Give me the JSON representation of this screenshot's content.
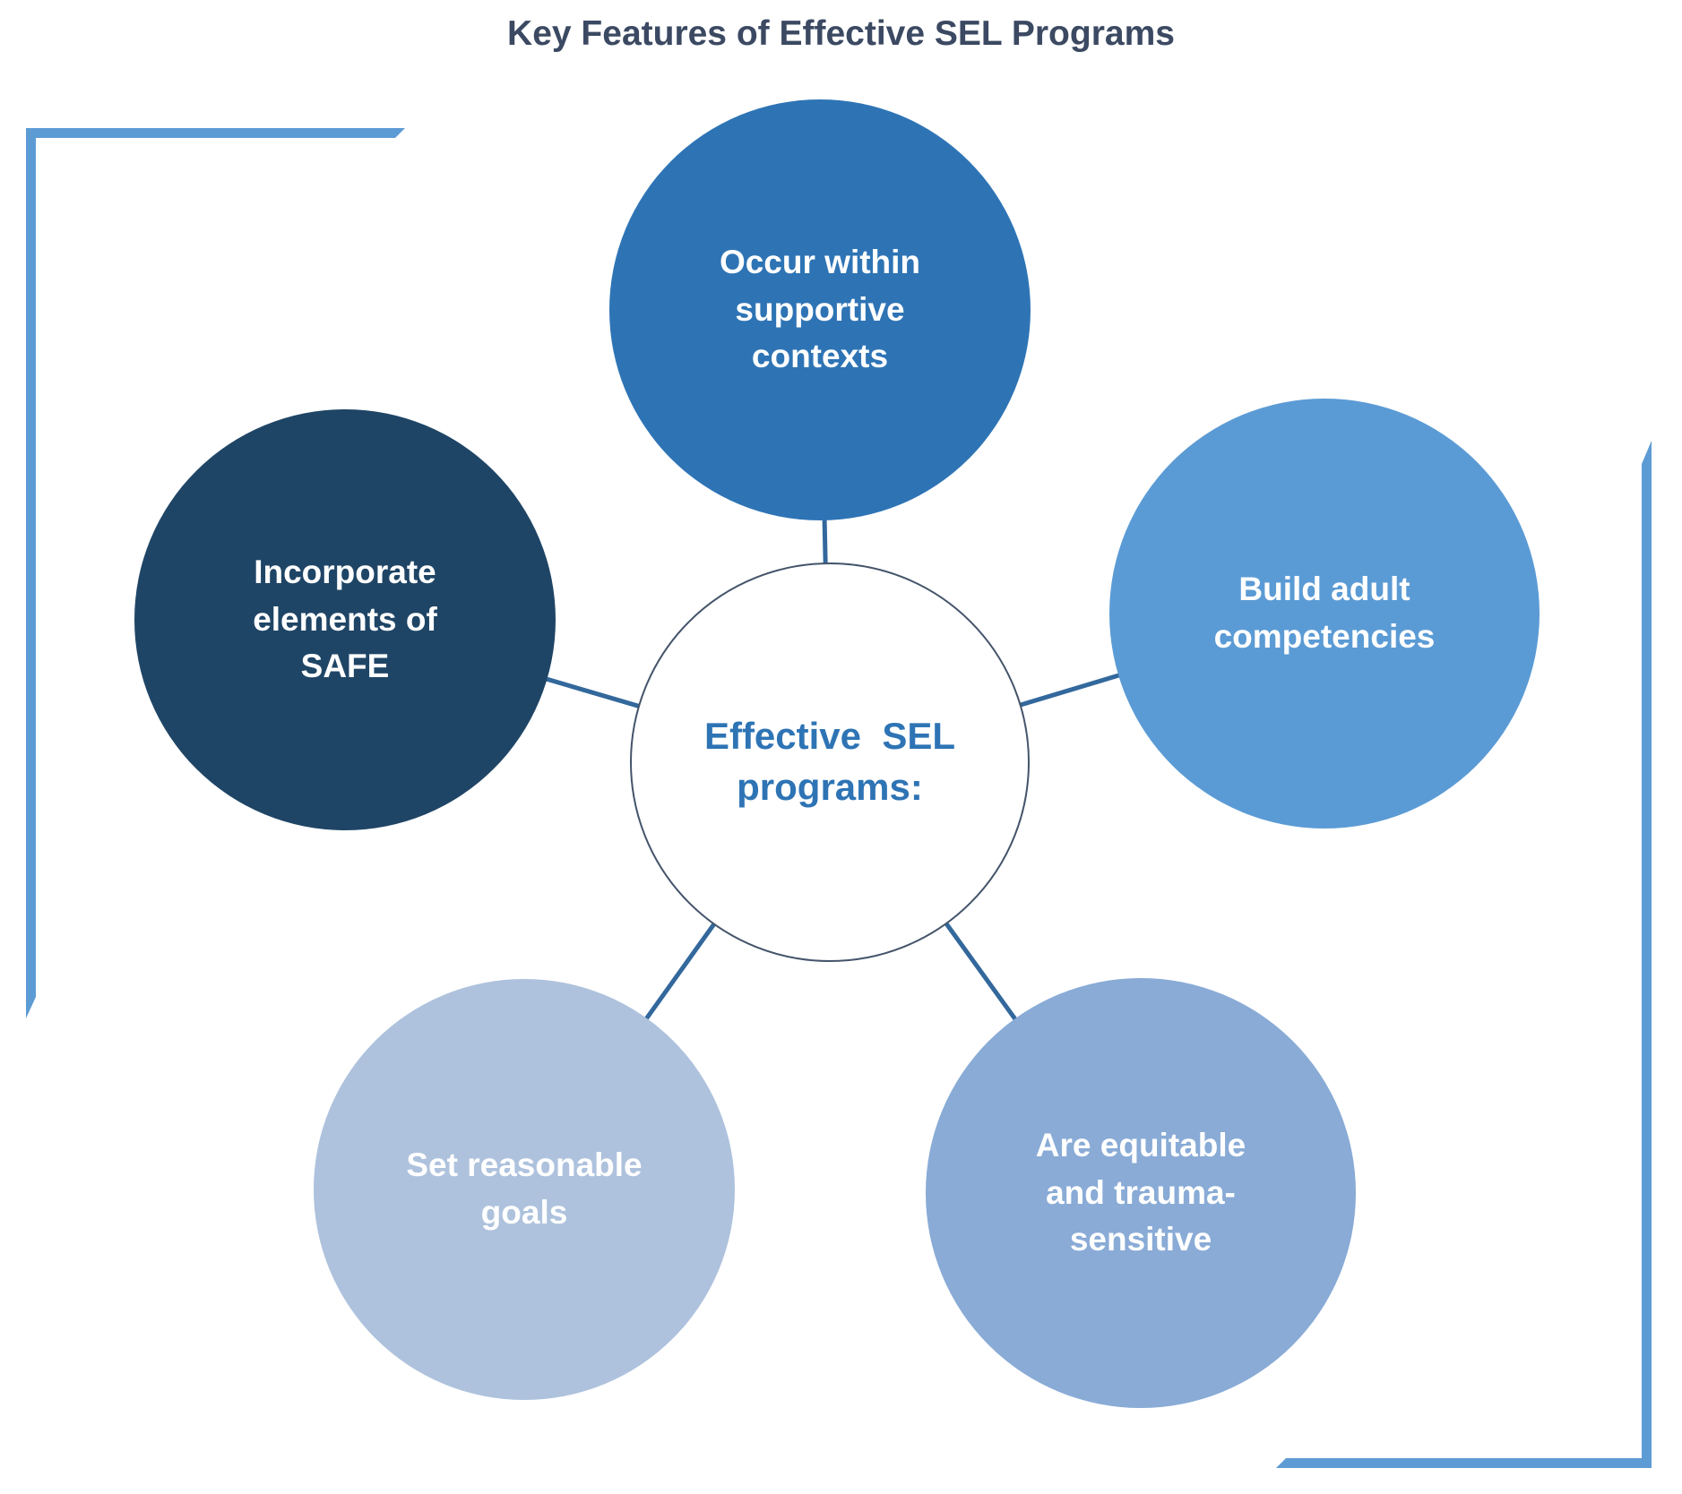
{
  "title": "Key Features of Effective SEL Programs",
  "title_color": "#3B4962",
  "diagram": {
    "center": {
      "label": "Effective  SEL\nprograms:",
      "fill": "#FFFFFF",
      "border_color": "#44546A",
      "text_color": "#2E74B5"
    },
    "nodes": [
      {
        "id": "top",
        "label": "Occur within\nsupportive\ncontexts",
        "fill": "#2E74B5",
        "text_color": "#FFFFFF"
      },
      {
        "id": "right",
        "label": "Build adult\ncompetencies",
        "fill": "#5B9BD5",
        "text_color": "#FFFFFF"
      },
      {
        "id": "bottom-right",
        "label": "Are equitable\nand trauma-\nsensitive",
        "fill": "#89ABD6",
        "text_color": "#FFFFFF"
      },
      {
        "id": "bottom-left",
        "label": "Set reasonable\ngoals",
        "fill": "#AEC2DD",
        "text_color": "#FFFFFF"
      },
      {
        "id": "left",
        "label": "Incorporate\nelements of\nSAFE",
        "fill": "#1F4566",
        "text_color": "#FFFFFF"
      }
    ],
    "connector_color": "#33689C",
    "bracket_color": "#5D9BD5"
  }
}
